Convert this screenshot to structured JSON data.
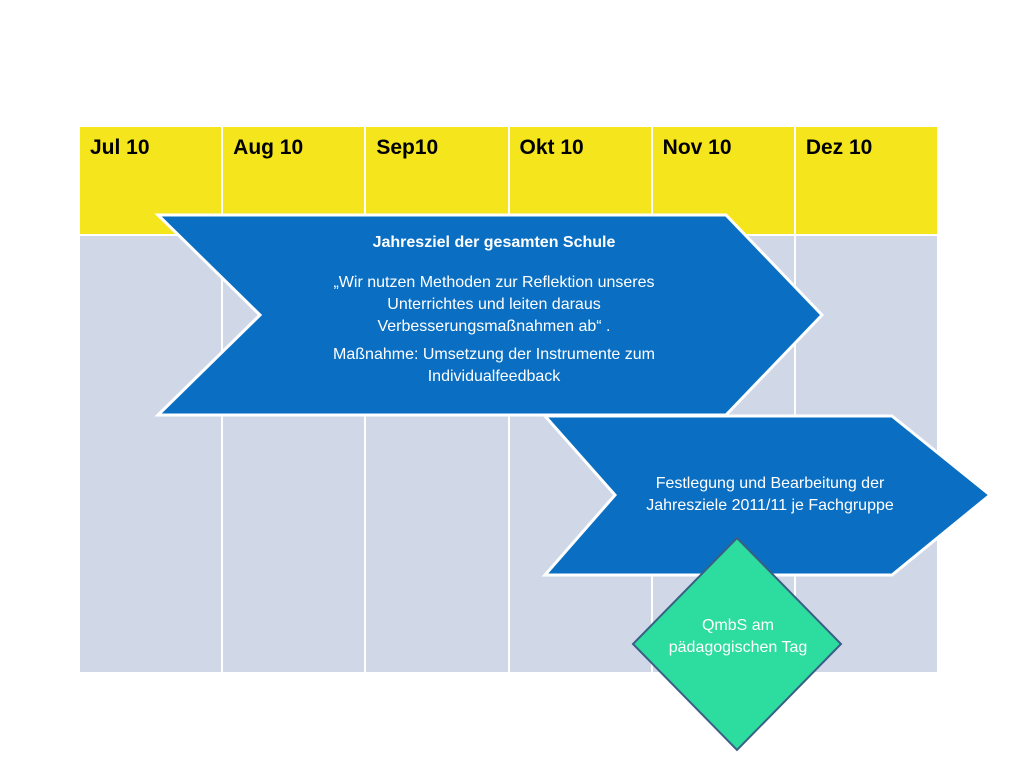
{
  "months": [
    "Jul 10",
    "Aug 10",
    "Sep10",
    "Okt 10",
    "Nov 10",
    "Dez 10"
  ],
  "goal_arrow": {
    "title": "Jahresziel der gesamten Schule",
    "quote": "„Wir nutzen Methoden zur Reflektion unseres Unterrichtes und leiten daraus Verbesserungsmaßnahmen ab“ .",
    "measure": "Maßnahme: Umsetzung der Instrumente zum Individualfeedback"
  },
  "fach_arrow": {
    "text": "Festlegung und Bearbeitung der Jahresziele 2011/11 je Fachgruppe"
  },
  "qmbs_diamond": {
    "text": "QmbS am pädagogischen Tag"
  },
  "colors": {
    "header_fill": "#f4e51c",
    "cell_fill": "#d0d8e8",
    "arrow_fill": "#0a6fc2",
    "diamond_fill": "#2ddc9f",
    "diamond_stroke": "#3a5f84"
  }
}
